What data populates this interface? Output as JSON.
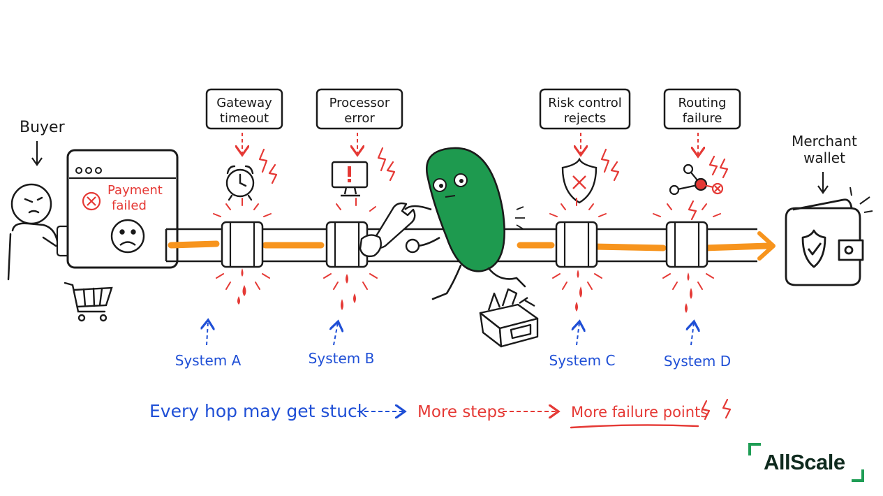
{
  "labels": {
    "buyer": "Buyer",
    "merchant_line1": "Merchant",
    "merchant_line2": "wallet",
    "payment_line1": "Payment",
    "payment_line2": "failed"
  },
  "errors": [
    {
      "line1": "Gateway",
      "line2": "timeout"
    },
    {
      "line1": "Processor",
      "line2": "error"
    },
    {
      "line1": "Risk control",
      "line2": "rejects"
    },
    {
      "line1": "Routing",
      "line2": "failure"
    }
  ],
  "systems": [
    "System A",
    "System B",
    "System C",
    "System D"
  ],
  "footer": {
    "part1": "Every hop may get stuck",
    "part2": "More steps",
    "part3": "More failure points"
  },
  "brand": "AllScale",
  "colors": {
    "ink": "#1a1a1a",
    "blue": "#1f4fd6",
    "red": "#e53935",
    "orange": "#f7941d",
    "green": "#1e9a4f",
    "brand_dark": "#0f2a1e"
  },
  "icons": [
    "alarm-clock-icon",
    "monitor-alert-icon",
    "shield-x-icon",
    "routing-node-icon",
    "wallet-shield-icon",
    "shopping-cart-icon",
    "wrench-icon",
    "toolbox-icon"
  ]
}
